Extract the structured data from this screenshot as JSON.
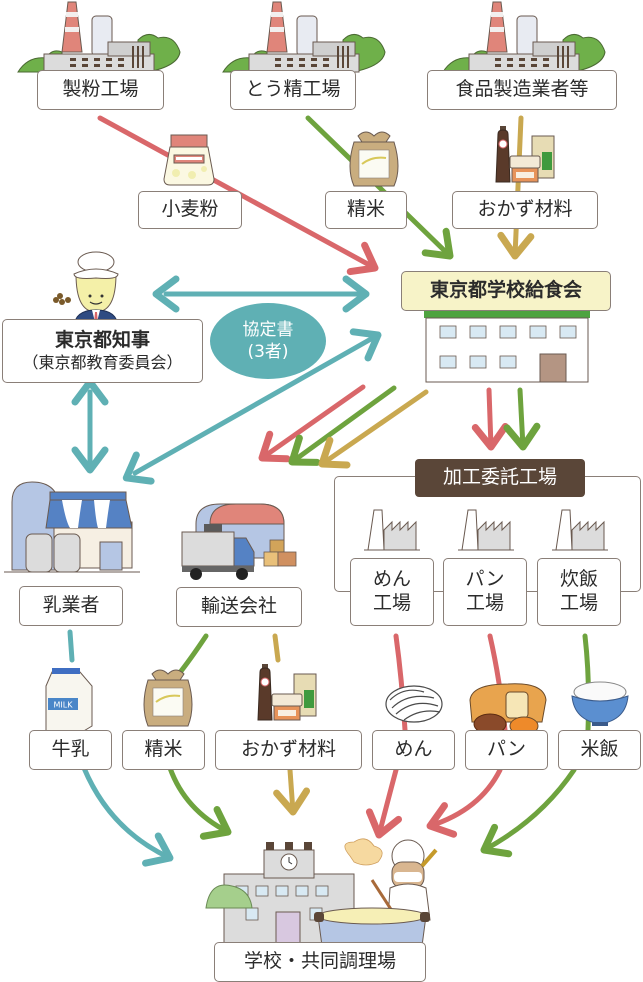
{
  "colors": {
    "flour": "#d9676a",
    "rice": "#6ea33e",
    "side": "#c9a850",
    "milk": "#5fb0b4",
    "box_border": "#8a7f78",
    "kyushoku_bg": "#f7f3c8",
    "kako_bg": "#5a4638",
    "agreement_bg": "#5fb0b4",
    "building_roof": "#4ea33f"
  },
  "suppliers": {
    "flour_mill": "製粉工場",
    "rice_mill": "とう精工場",
    "food_makers": "食品製造業者等"
  },
  "goods_top": {
    "flour": "小麦粉",
    "rice": "精米",
    "side_ingredients": "おかず材料"
  },
  "governor": {
    "title": "東京都知事",
    "subtitle": "（東京都教育委員会）"
  },
  "agreement": {
    "line1": "協定書",
    "line2": "(3者)"
  },
  "kyushoku_kai": "東京都学校給食会",
  "processing": {
    "title": "加工委託工場",
    "factories": [
      {
        "line1": "めん",
        "line2": "工場"
      },
      {
        "line1": "パン",
        "line2": "工場"
      },
      {
        "line1": "炊飯",
        "line2": "工場"
      }
    ]
  },
  "dairy": "乳業者",
  "transport": "輸送会社",
  "goods_bottom": [
    "牛乳",
    "精米",
    "おかず材料",
    "めん",
    "パン",
    "米飯"
  ],
  "milk_carton_label": "MILK",
  "destination": "学校・共同調理場"
}
